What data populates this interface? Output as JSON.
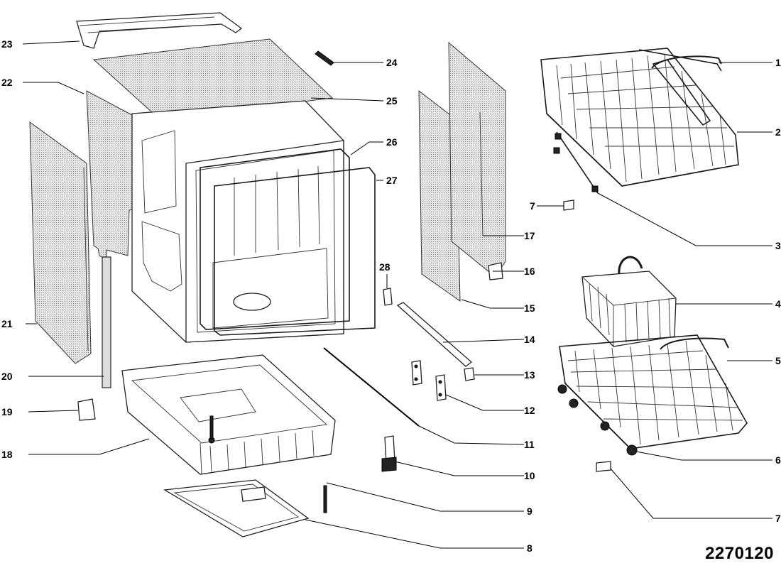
{
  "diagram": {
    "reference_number": "2270120",
    "callouts": [
      {
        "id": "c1",
        "text": "1"
      },
      {
        "id": "c2",
        "text": "2"
      },
      {
        "id": "c3",
        "text": "3"
      },
      {
        "id": "c4",
        "text": "4"
      },
      {
        "id": "c5",
        "text": "5"
      },
      {
        "id": "c6",
        "text": "6"
      },
      {
        "id": "c7a",
        "text": "7"
      },
      {
        "id": "c7b",
        "text": "7"
      },
      {
        "id": "c8",
        "text": "8"
      },
      {
        "id": "c9",
        "text": "9"
      },
      {
        "id": "c10",
        "text": "10"
      },
      {
        "id": "c11",
        "text": "11"
      },
      {
        "id": "c12",
        "text": "12"
      },
      {
        "id": "c13",
        "text": "13"
      },
      {
        "id": "c14",
        "text": "14"
      },
      {
        "id": "c15",
        "text": "15"
      },
      {
        "id": "c16",
        "text": "16"
      },
      {
        "id": "c17",
        "text": "17"
      },
      {
        "id": "c18",
        "text": "18"
      },
      {
        "id": "c19",
        "text": "19"
      },
      {
        "id": "c20",
        "text": "20"
      },
      {
        "id": "c21",
        "text": "21"
      },
      {
        "id": "c22",
        "text": "22"
      },
      {
        "id": "c23",
        "text": "23"
      },
      {
        "id": "c24",
        "text": "24"
      },
      {
        "id": "c25",
        "text": "25"
      },
      {
        "id": "c26",
        "text": "26"
      },
      {
        "id": "c27",
        "text": "27"
      },
      {
        "id": "c28",
        "text": "28"
      }
    ]
  }
}
